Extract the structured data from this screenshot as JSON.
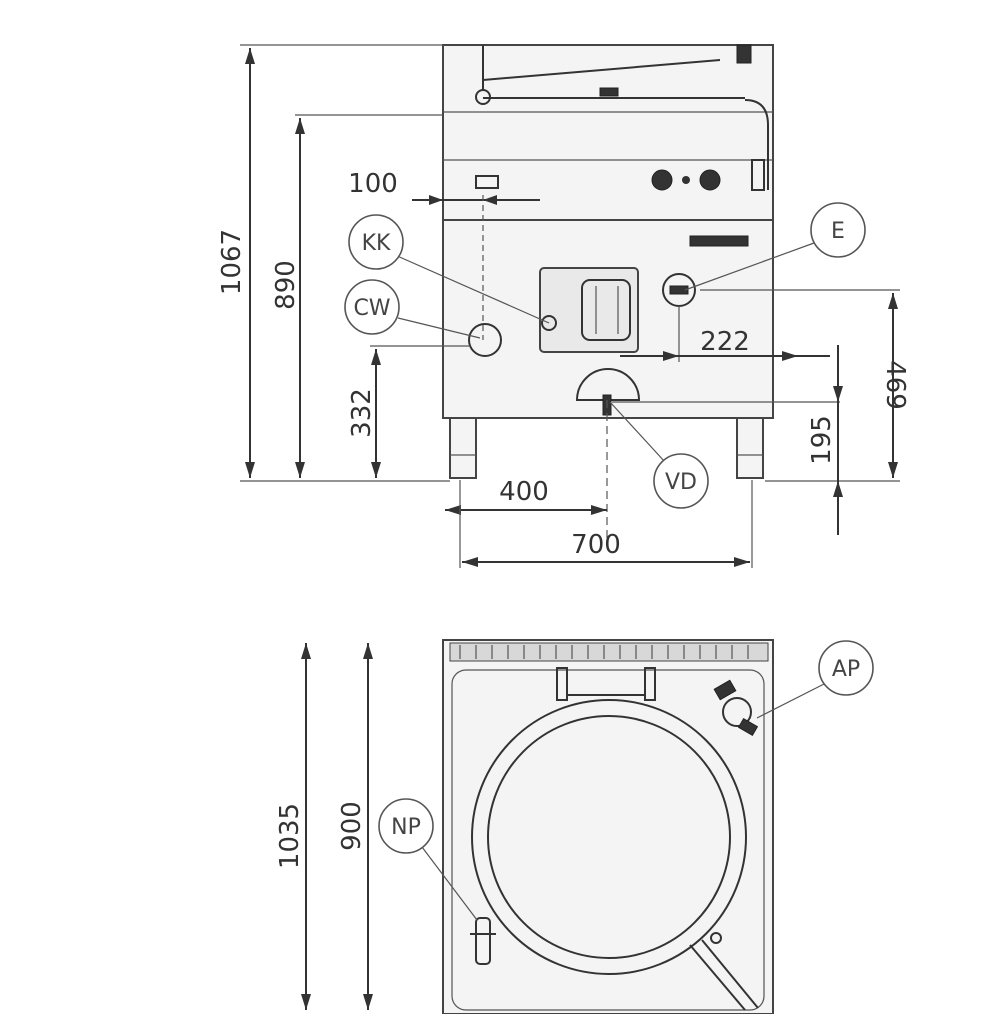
{
  "dimensions": {
    "overall_height": "1067",
    "working_height": "890",
    "inlet_offset": "100",
    "inlet_height": "332",
    "drain_x": "400",
    "width": "700",
    "valve_offset": "222",
    "valve_height": "469",
    "drain_height": "195",
    "depth_total": "1035",
    "depth_body": "900"
  },
  "callouts": {
    "kk": "KK",
    "cw": "CW",
    "e": "E",
    "vd": "VD",
    "ap": "AP",
    "np": "NP"
  },
  "colors": {
    "line": "#333333",
    "body_fill": "#f4f4f4",
    "panel_fill": "#e9e9e9",
    "callout_stroke": "#555555"
  }
}
